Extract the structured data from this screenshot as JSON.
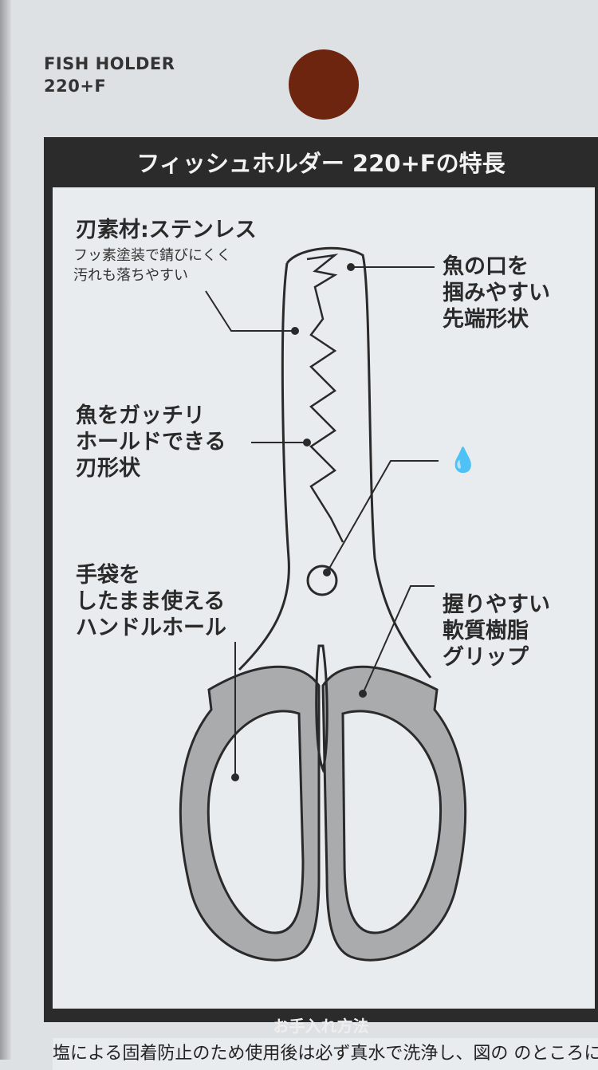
{
  "product": {
    "name_line1": "FISH HOLDER",
    "name_line2": "220+F"
  },
  "header": {
    "title": "フィッシュホルダー 220+Fの特長"
  },
  "features": {
    "blade_material": {
      "title": "刃素材:ステンレス",
      "desc_line1": "フッ素塗装で錆びにくく",
      "desc_line2": "汚れも落ちやすい"
    },
    "tip": [
      "魚の口を",
      "掴みやすい",
      "先端形状"
    ],
    "blade_shape": [
      "魚をガッチリ",
      "ホールドできる",
      "刃形状"
    ],
    "handle_hole": [
      "手袋を",
      "したまま使える",
      "ハンドルホール"
    ],
    "grip": [
      "握りやすい",
      "軟質樹脂",
      "グリップ"
    ]
  },
  "icons": {
    "drop": "water-drop-icon"
  },
  "care": {
    "title": "お手入れ方法",
    "text": "塩による固着防止のため使用後は必ず真水で洗浄し、図の のところに"
  }
}
